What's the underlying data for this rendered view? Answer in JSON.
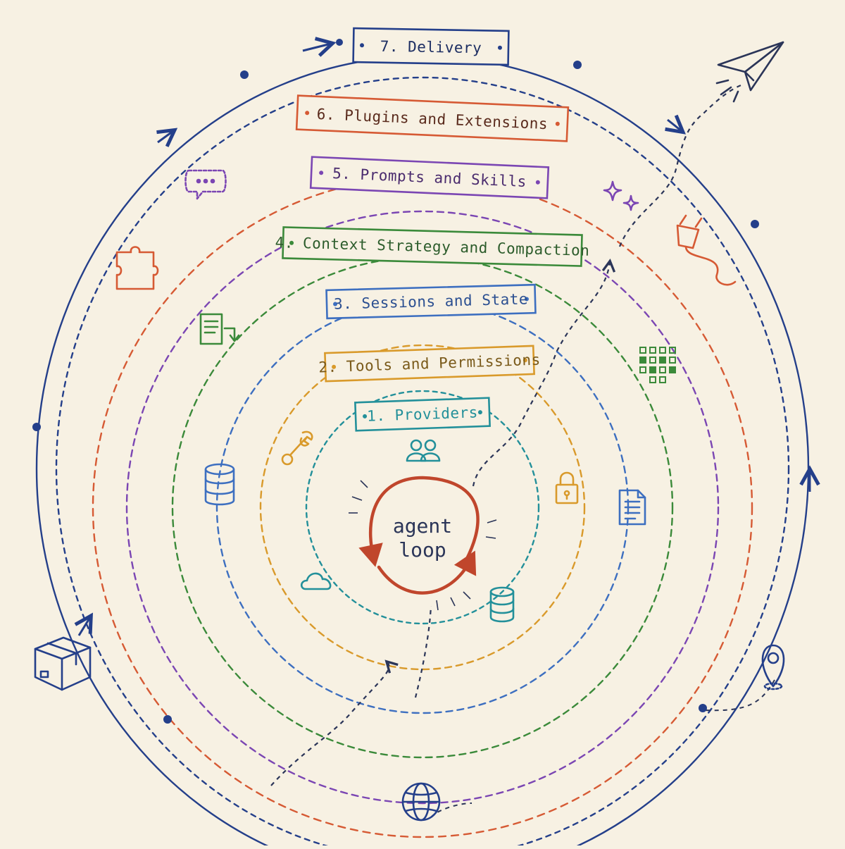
{
  "center": {
    "line1": "agent",
    "line2": "loop",
    "color": "#c0462c"
  },
  "rings": [
    {
      "id": "providers",
      "label": "1. Providers",
      "color": "#23909a"
    },
    {
      "id": "tools",
      "label": "2. Tools and Permissions",
      "color": "#d99a2b"
    },
    {
      "id": "sessions",
      "label": "3. Sessions and State",
      "color": "#3d6fc0"
    },
    {
      "id": "context",
      "label": "4. Context Strategy and Compaction",
      "color": "#3b8a3a"
    },
    {
      "id": "prompts",
      "label": "5. Prompts and Skills",
      "color": "#7b46b3"
    },
    {
      "id": "plugins",
      "label": "6. Plugins and Extensions",
      "color": "#d65a34"
    },
    {
      "id": "delivery",
      "label": "7. Delivery",
      "color": "#243f8a"
    }
  ],
  "colors": {
    "background": "#f7f1e3",
    "path": "#2b3558"
  },
  "icons": [
    "users-icon",
    "cloud-icon",
    "database-icon",
    "wrench-icon",
    "lock-icon",
    "document-icon",
    "grid-icon",
    "notes-transfer-icon",
    "puzzle-icon",
    "chat-bubble-icon",
    "sparkle-icon",
    "plug-icon",
    "paper-plane-icon",
    "package-icon",
    "globe-icon",
    "location-pin-icon"
  ]
}
